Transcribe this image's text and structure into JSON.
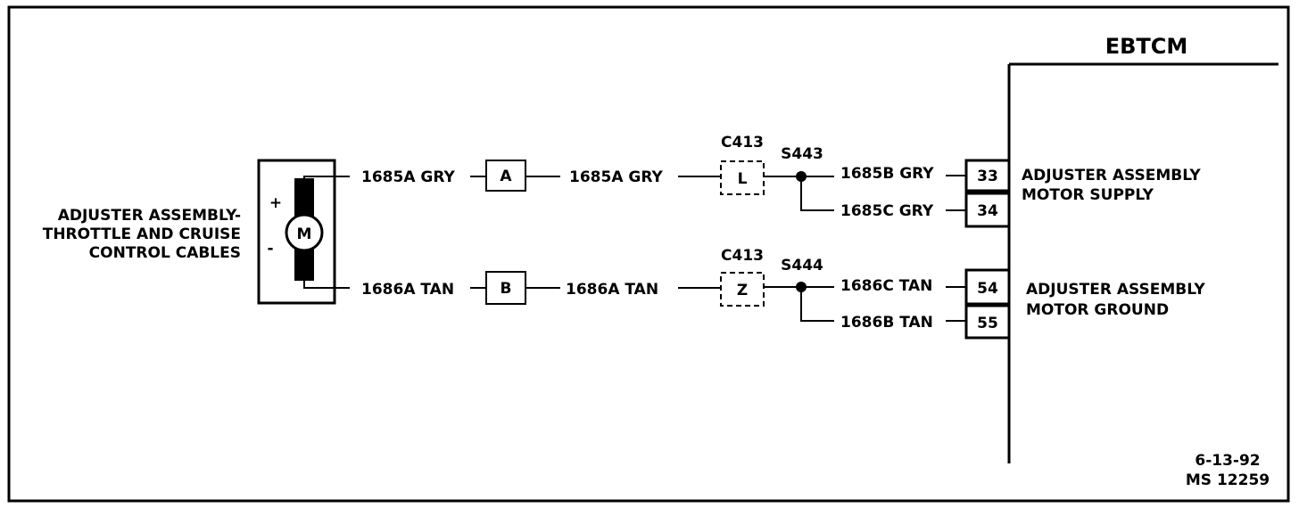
{
  "ebtcm_label": "EBTCM",
  "motor": {
    "label_line1": "ADJUSTER ASSEMBLY-",
    "label_line2": "THROTTLE AND CRUISE",
    "label_line3": "CONTROL CABLES",
    "plus": "+",
    "minus": "-",
    "symbol": "M"
  },
  "upper_circuit": {
    "wire_left": "1685A GRY",
    "connector": "A",
    "wire_mid": "1685A GRY",
    "inline_connector_name": "C413",
    "inline_pin": "L",
    "splice": "S443",
    "branch_top_wire": "1685B GRY",
    "branch_top_pin": "33",
    "branch_bottom_wire": "1685C GRY",
    "branch_bottom_pin": "34",
    "function_line1": "ADJUSTER ASSEMBLY",
    "function_line2": "MOTOR SUPPLY"
  },
  "lower_circuit": {
    "wire_left": "1686A TAN",
    "connector": "B",
    "wire_mid": "1686A TAN",
    "inline_connector_name": "C413",
    "inline_pin": "Z",
    "splice": "S444",
    "branch_top_wire": "1686C TAN",
    "branch_top_pin": "54",
    "branch_bottom_wire": "1686B TAN",
    "branch_bottom_pin": "55",
    "function_line1": "ADJUSTER ASSEMBLY",
    "function_line2": "MOTOR GROUND"
  },
  "footer": {
    "date": "6-13-92",
    "ref": "MS 12259"
  }
}
